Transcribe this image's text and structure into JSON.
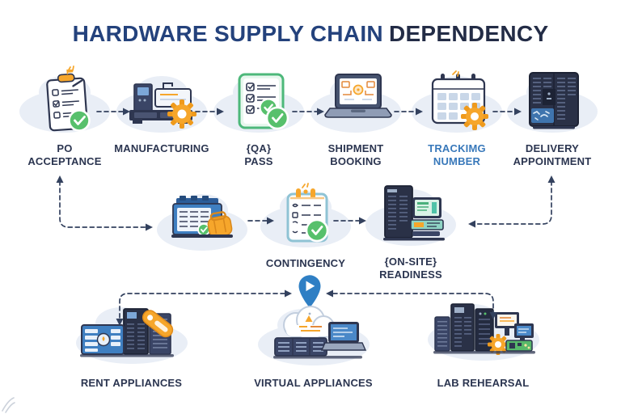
{
  "title": {
    "part1": "HARDWARE SUPPLY CHAIN",
    "part2": "DEPENDENCY"
  },
  "row1": {
    "steps": [
      {
        "label": "PO\nACCEPTANCE",
        "icon": "clipboard-check-icon"
      },
      {
        "label": "MANUFACTURING",
        "icon": "factory-machine-icon"
      },
      {
        "label": "{QA}\nPASS",
        "icon": "qa-checklist-icon"
      },
      {
        "label": "SHIPMENT\nBOOKING",
        "icon": "laptop-booking-icon"
      },
      {
        "label": "TRACKIMG\nNUMBER",
        "icon": "calendar-gear-icon",
        "highlight": true
      },
      {
        "label": "DELIVERY\nAPPOINTMENT",
        "icon": "server-rack-icon"
      }
    ]
  },
  "row2": {
    "steps": [
      {
        "label": "",
        "icon": "ledger-bag-icon"
      },
      {
        "label": "CONTINGENCY",
        "icon": "notepad-check-icon"
      },
      {
        "label": "{ON-SITE}\nREADINESS",
        "icon": "onsite-server-icon"
      }
    ]
  },
  "row3": {
    "hub_icon": "map-pin-play-icon",
    "steps": [
      {
        "label": "RENT APPLIANCES",
        "icon": "rent-servers-icon"
      },
      {
        "label": "VIRTUAL APPLIANCES",
        "icon": "cloud-virtual-icon"
      },
      {
        "label": "LAB REHEARSAL",
        "icon": "lab-setup-icon"
      }
    ]
  },
  "edges": [
    "PO ACCEPTANCE -> MANUFACTURING",
    "MANUFACTURING -> {QA} PASS",
    "{QA} PASS -> SHIPMENT BOOKING",
    "SHIPMENT BOOKING -> TRACKIMG NUMBER",
    "TRACKIMG NUMBER -> DELIVERY APPOINTMENT",
    "PO ACCEPTANCE <-> contingency branch (left elbow loop)",
    "branch -> CONTINGENCY",
    "CONTINGENCY -> {ON-SITE} READINESS",
    "DELIVERY APPOINTMENT <-> {ON-SITE} READINESS (right elbow loop)",
    "hub pin <-> RENT APPLIANCES",
    "hub pin <-> LAB REHEARSAL",
    "hub pin sits above VIRTUAL APPLIANCES"
  ],
  "colors": {
    "title_blue": "#24427c",
    "title_dark": "#232c46",
    "label_navy": "#2b3550",
    "tracking_blue": "#3878ba",
    "arrow_navy": "#33415e",
    "cloud_backdrop": "#e9eef6",
    "accent_orange": "#f6a62b",
    "check_green": "#57c06c",
    "qa_green_border": "#4db87a",
    "icon_blue": "#3f7fc1",
    "icon_dark_navy": "#2a3147",
    "pin_blue": "#2f7fc4"
  }
}
